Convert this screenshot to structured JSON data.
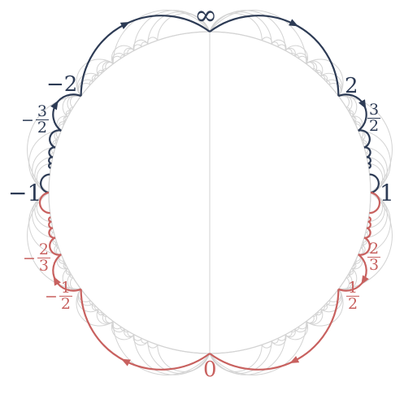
{
  "colors": {
    "grid": "#d3d3d3",
    "upper_path": "#2d3b55",
    "lower_path": "#c8615f",
    "background": "#ffffff"
  },
  "labels": {
    "infinity": "∞",
    "zero": "0",
    "one": "1",
    "neg_one": "−1",
    "two": "2",
    "neg_two": "−2",
    "three_halves": {
      "sign": "",
      "num": "3",
      "den": "2"
    },
    "neg_three_halves": {
      "sign": "−",
      "num": "3",
      "den": "2"
    },
    "two_thirds": {
      "sign": "",
      "num": "2",
      "den": "3"
    },
    "neg_two_thirds": {
      "sign": "−",
      "num": "2",
      "den": "3"
    },
    "one_half": {
      "sign": "",
      "num": "1",
      "den": "2"
    },
    "neg_one_half": {
      "sign": "−",
      "num": "1",
      "den": "2"
    }
  }
}
